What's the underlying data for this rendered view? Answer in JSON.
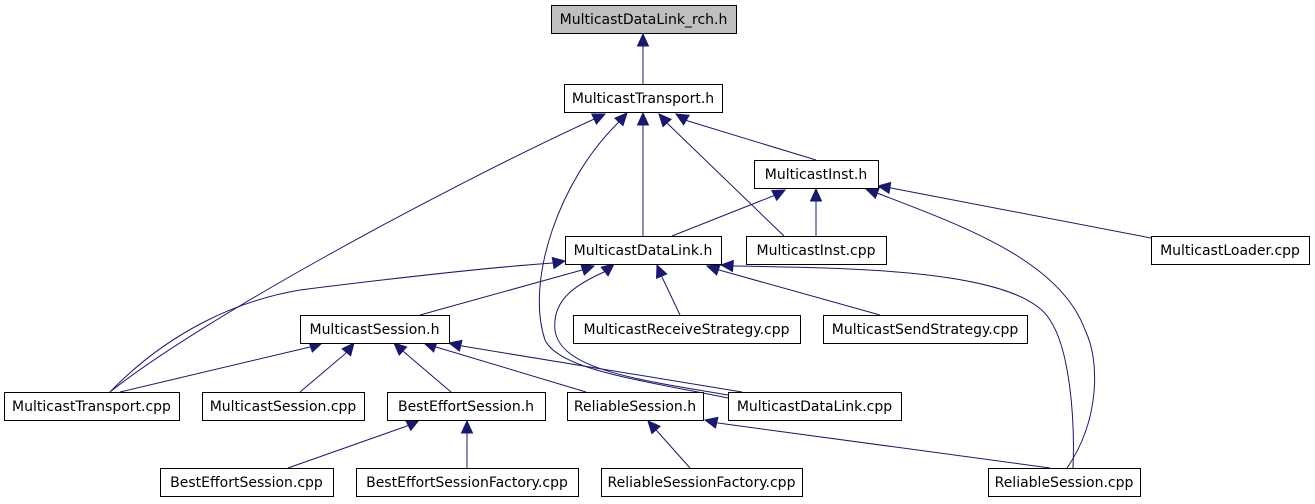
{
  "graph": {
    "edge_color": "#191970",
    "root_fill": "#bfbfbf",
    "nodes": [
      {
        "id": "rch",
        "label": "MulticastDataLink_rch.h",
        "root": true
      },
      {
        "id": "mt_h",
        "label": "MulticastTransport.h"
      },
      {
        "id": "mi_h",
        "label": "MulticastInst.h"
      },
      {
        "id": "mdl_h",
        "label": "MulticastDataLink.h"
      },
      {
        "id": "mi_cpp",
        "label": "MulticastInst.cpp"
      },
      {
        "id": "ml_cpp",
        "label": "MulticastLoader.cpp"
      },
      {
        "id": "ms_h",
        "label": "MulticastSession.h"
      },
      {
        "id": "mrs",
        "label": "MulticastReceiveStrategy.cpp"
      },
      {
        "id": "mss",
        "label": "MulticastSendStrategy.cpp"
      },
      {
        "id": "mt_cpp",
        "label": "MulticastTransport.cpp"
      },
      {
        "id": "ms_cpp",
        "label": "MulticastSession.cpp"
      },
      {
        "id": "bes_h",
        "label": "BestEffortSession.h"
      },
      {
        "id": "rs_h",
        "label": "ReliableSession.h"
      },
      {
        "id": "mdl_cpp",
        "label": "MulticastDataLink.cpp"
      },
      {
        "id": "bes_cpp",
        "label": "BestEffortSession.cpp"
      },
      {
        "id": "besf",
        "label": "BestEffortSessionFactory.cpp"
      },
      {
        "id": "rsf",
        "label": "ReliableSessionFactory.cpp"
      },
      {
        "id": "rs_cpp",
        "label": "ReliableSession.cpp"
      }
    ],
    "edges": [
      {
        "from": "mt_h",
        "to": "rch"
      },
      {
        "from": "mi_h",
        "to": "mt_h"
      },
      {
        "from": "mdl_h",
        "to": "mt_h"
      },
      {
        "from": "mi_cpp",
        "to": "mt_h"
      },
      {
        "from": "mt_cpp",
        "to": "mt_h"
      },
      {
        "from": "mdl_cpp",
        "to": "mt_h"
      },
      {
        "from": "mdl_h",
        "to": "mi_h"
      },
      {
        "from": "mi_cpp",
        "to": "mi_h"
      },
      {
        "from": "ml_cpp",
        "to": "mi_h"
      },
      {
        "from": "rs_cpp",
        "to": "mi_h"
      },
      {
        "from": "ms_h",
        "to": "mdl_h"
      },
      {
        "from": "mrs",
        "to": "mdl_h"
      },
      {
        "from": "mss",
        "to": "mdl_h"
      },
      {
        "from": "mt_cpp",
        "to": "mdl_h"
      },
      {
        "from": "mdl_cpp",
        "to": "mdl_h"
      },
      {
        "from": "rs_cpp",
        "to": "mdl_h"
      },
      {
        "from": "mt_cpp",
        "to": "ms_h"
      },
      {
        "from": "ms_cpp",
        "to": "ms_h"
      },
      {
        "from": "bes_h",
        "to": "ms_h"
      },
      {
        "from": "rs_h",
        "to": "ms_h"
      },
      {
        "from": "mdl_cpp",
        "to": "ms_h"
      },
      {
        "from": "bes_cpp",
        "to": "bes_h"
      },
      {
        "from": "besf",
        "to": "bes_h"
      },
      {
        "from": "rsf",
        "to": "rs_h"
      },
      {
        "from": "rs_cpp",
        "to": "rs_h"
      }
    ]
  }
}
